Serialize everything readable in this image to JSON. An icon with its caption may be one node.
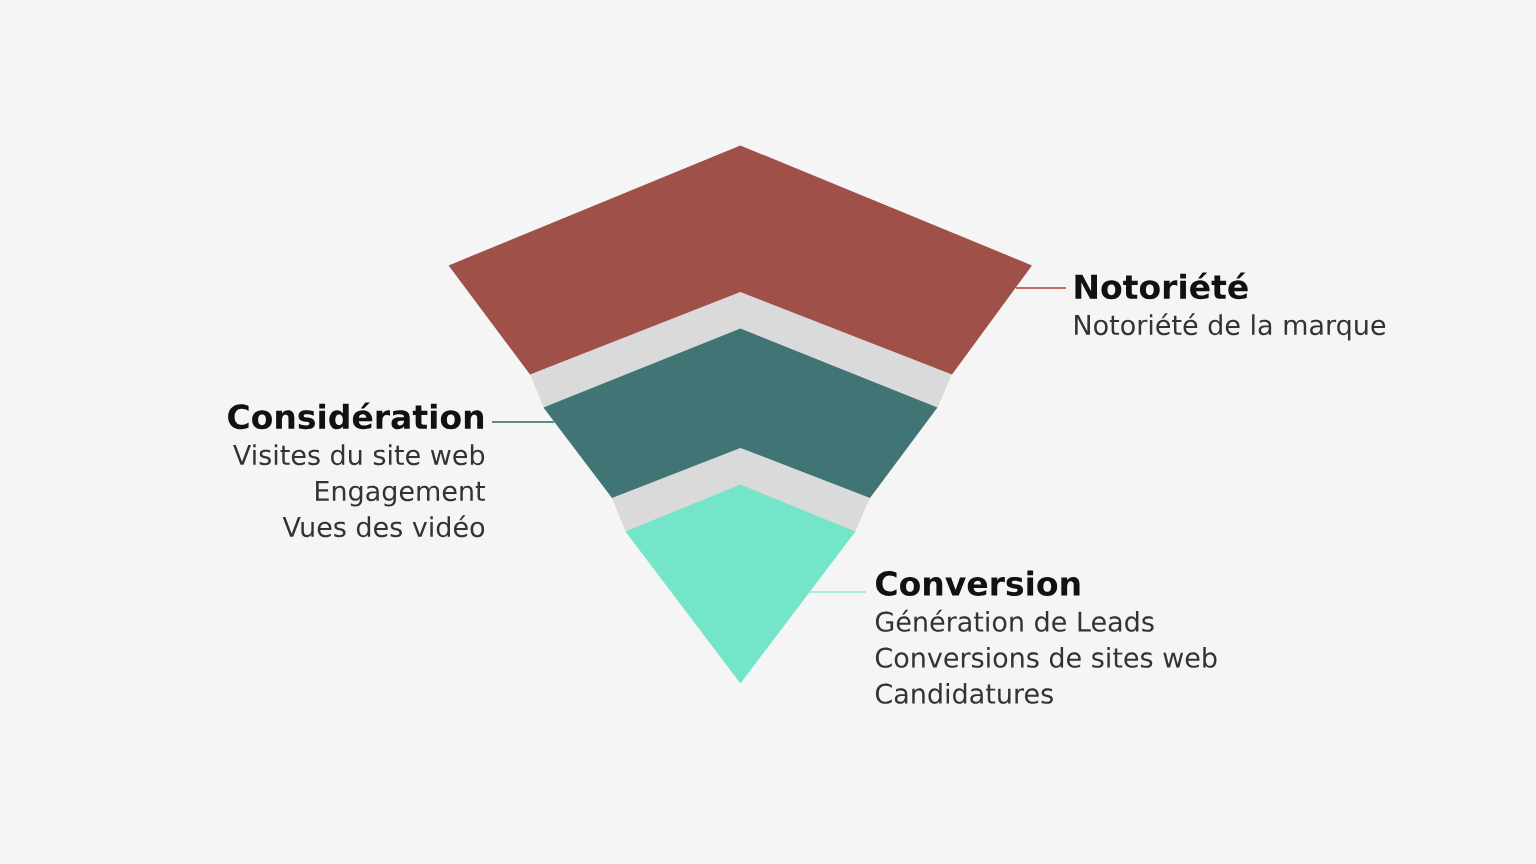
{
  "diagram": {
    "nodes": [
      {
        "text": [],
        "shape": "chevron"
      },
      {
        "text": [
          "Notoriété",
          "Notoriété de la marque"
        ]
      },
      {
        "text": [
          "Considération",
          "Visites du site web",
          "Engagement",
          "Vues des vidéo"
        ]
      },
      {
        "text": [],
        "shape": "chevron"
      },
      {
        "text": [],
        "shape": "diamond"
      },
      {
        "text": [
          "Conversion",
          "Génération de Leads",
          "Conversions de sites web",
          "Candidatures"
        ]
      }
    ],
    "edges": [
      {
        "from": 1,
        "to": 0,
        "arrow": "none",
        "color": "#c4675e"
      },
      {
        "from": 2,
        "to": 3,
        "arrow": "none",
        "color": "#5b8a8a"
      },
      {
        "from": 5,
        "to": 4,
        "arrow": "none",
        "color": "#a8eedc"
      }
    ]
  }
}
